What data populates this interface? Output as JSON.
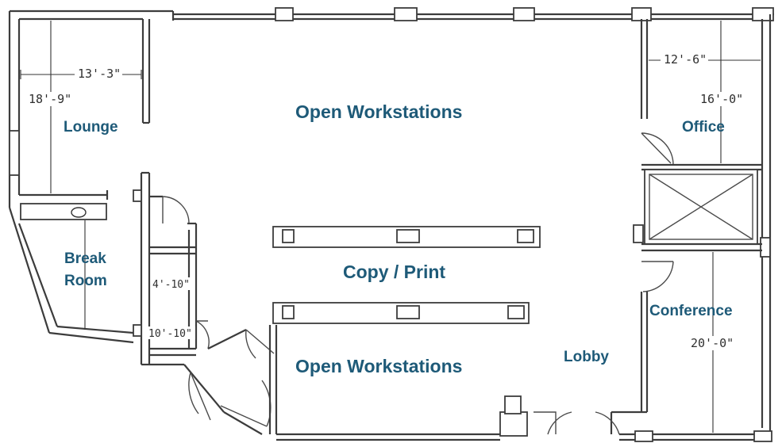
{
  "rooms": {
    "lounge": "Lounge",
    "open_workstations_top": "Open Workstations",
    "office": "Office",
    "break_room_line1": "Break",
    "break_room_line2": "Room",
    "copy_print": "Copy / Print",
    "conference": "Conference",
    "lobby": "Lobby",
    "open_workstations_bottom": "Open Workstations"
  },
  "dimensions": {
    "lounge_width": "13'-3\"",
    "lounge_depth": "18'-9\"",
    "office_width": "12'-6\"",
    "office_depth": "16'-0\"",
    "closet_width": "4'-10\"",
    "storage_depth": "10'-10\"",
    "conference_depth": "20'-0\""
  },
  "colors": {
    "room_label": "#1e5a78",
    "wall": "#3c3c3c"
  }
}
